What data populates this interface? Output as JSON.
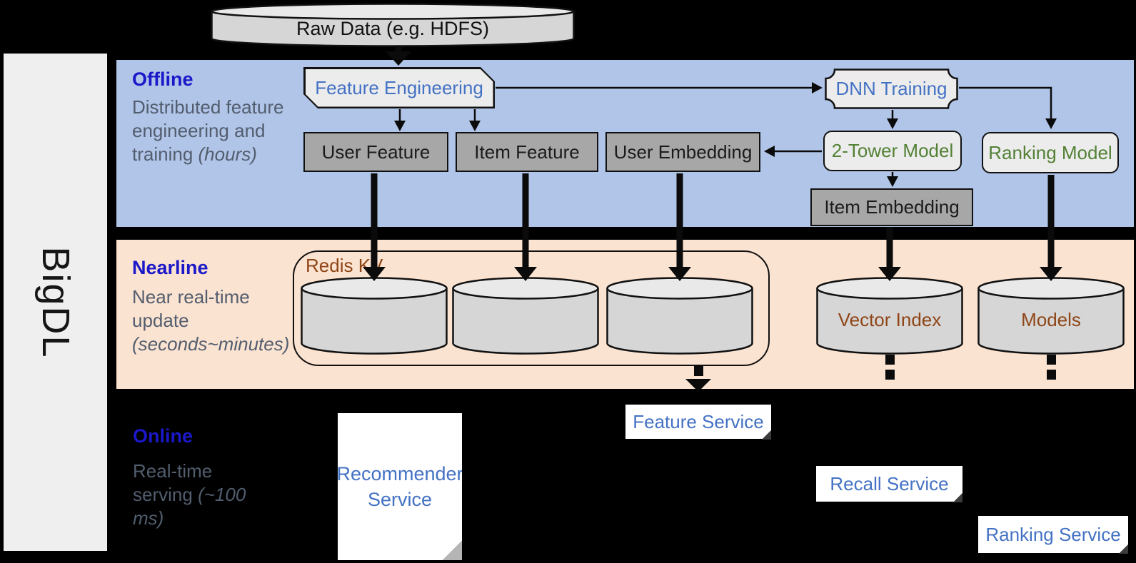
{
  "sidebar": {
    "brand": "BigDL"
  },
  "bands": {
    "offline": {
      "title": "Offline",
      "desc": "Distributed feature engineering and training",
      "note": "(hours)"
    },
    "nearline": {
      "title": "Nearline",
      "desc": "Near real-time update",
      "note": "(seconds~minutes)"
    },
    "online": {
      "title": "Online",
      "desc": "Real-time serving",
      "note": "(~100 ms)"
    }
  },
  "nodes": {
    "raw_data": {
      "label": "Raw Data (e.g. HDFS)"
    },
    "feature_engineering": {
      "label": "Feature Engineering"
    },
    "dnn_training": {
      "label": "DNN Training"
    },
    "user_feature": {
      "label": "User Feature"
    },
    "item_feature": {
      "label": "Item Feature"
    },
    "user_embedding": {
      "label": "User Embedding"
    },
    "item_embedding": {
      "label": "Item Embedding"
    },
    "two_tower_model": {
      "label": "2-Tower Model"
    },
    "ranking_model": {
      "label": "Ranking Model"
    },
    "redis_kv": {
      "label": "Redis KV"
    },
    "vector_index": {
      "label": "Vector Index"
    },
    "models": {
      "label": "Models"
    }
  },
  "services": {
    "recommender": {
      "label": "Recommender Service"
    },
    "feature": {
      "label": "Feature Service"
    },
    "recall": {
      "label": "Recall Service"
    },
    "ranking": {
      "label": "Ranking Service"
    }
  },
  "colors": {
    "band_offline": "#b1c5e8",
    "band_nearline": "#fbe3d1",
    "header_blue": "#1a18c9",
    "label_blue": "#4472c4",
    "model_green": "#538135",
    "store_brown": "#8f4516",
    "box_dark_gray": "#a7a7a7",
    "box_light_gray": "#ececec",
    "cylinder_gray": "#d6d6d6",
    "cylinder_top_gray": "#e9e9e9",
    "sidebar_gray": "#f0efef",
    "desc_gray": "#525d6e"
  }
}
